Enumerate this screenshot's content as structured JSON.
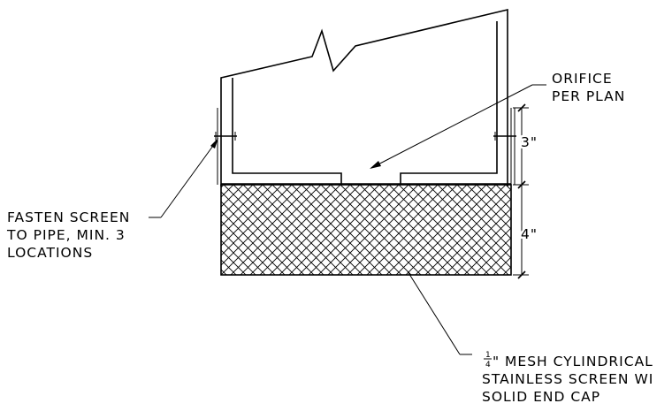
{
  "labels": {
    "orifice": [
      "ORIFICE",
      "PER PLAN"
    ],
    "fasten": [
      "FASTEN SCREEN",
      "TO PIPE, MIN. 3",
      "LOCATIONS"
    ],
    "mesh": [
      "\" MESH CYLINDRICAL",
      "STAINLESS SCREEN WI",
      "SOLID END CAP"
    ],
    "mesh_fraction_num": "1",
    "mesh_fraction_den": "4"
  },
  "dimensions": {
    "upper": "3\"",
    "lower": "4\""
  }
}
